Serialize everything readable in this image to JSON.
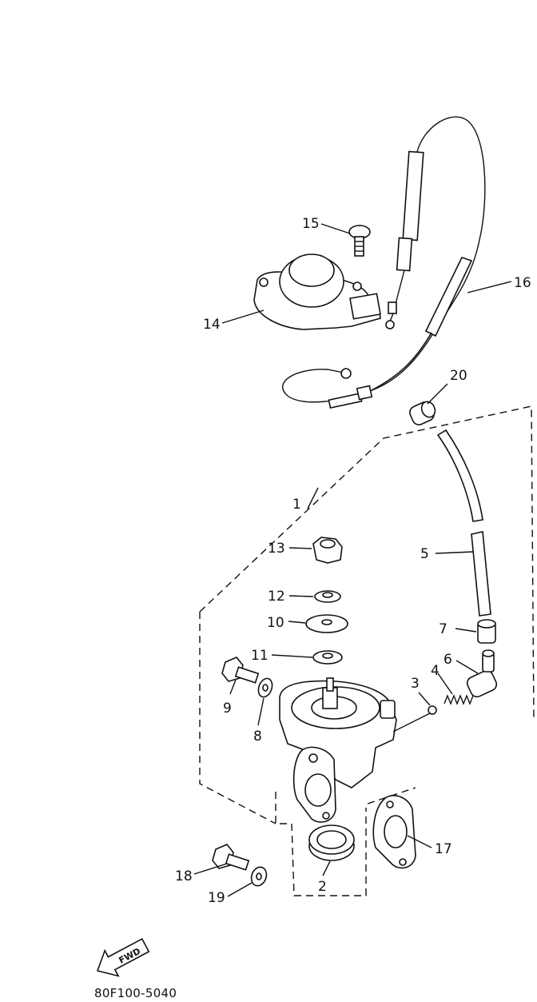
{
  "diagram_code": "80F100-5040",
  "fwd_label": "FWD",
  "callouts": [
    {
      "id": "c1",
      "label": "1"
    },
    {
      "id": "c2",
      "label": "2"
    },
    {
      "id": "c3",
      "label": "3"
    },
    {
      "id": "c4",
      "label": "4"
    },
    {
      "id": "c5",
      "label": "5"
    },
    {
      "id": "c6",
      "label": "6"
    },
    {
      "id": "c7",
      "label": "7"
    },
    {
      "id": "c8",
      "label": "8"
    },
    {
      "id": "c9",
      "label": "9"
    },
    {
      "id": "c10",
      "label": "10"
    },
    {
      "id": "c11",
      "label": "11"
    },
    {
      "id": "c12",
      "label": "12"
    },
    {
      "id": "c13",
      "label": "13"
    },
    {
      "id": "c14",
      "label": "14"
    },
    {
      "id": "c15",
      "label": "15"
    },
    {
      "id": "c16",
      "label": "16"
    },
    {
      "id": "c17",
      "label": "17"
    },
    {
      "id": "c18",
      "label": "18"
    },
    {
      "id": "c19",
      "label": "19"
    },
    {
      "id": "c20",
      "label": "20"
    }
  ]
}
